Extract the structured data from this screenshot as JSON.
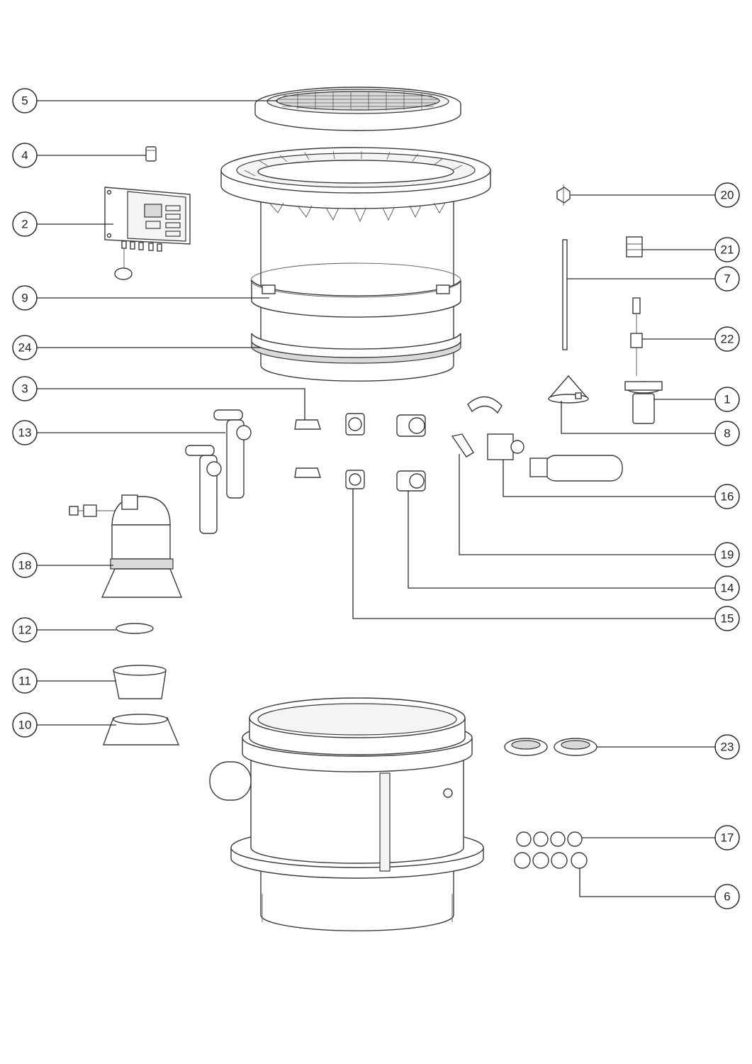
{
  "callouts": [
    {
      "id": "c5",
      "label": "5"
    },
    {
      "id": "c4",
      "label": "4"
    },
    {
      "id": "c2",
      "label": "2"
    },
    {
      "id": "c9",
      "label": "9"
    },
    {
      "id": "c24",
      "label": "24"
    },
    {
      "id": "c3",
      "label": "3"
    },
    {
      "id": "c13",
      "label": "13"
    },
    {
      "id": "c18",
      "label": "18"
    },
    {
      "id": "c12",
      "label": "12"
    },
    {
      "id": "c11",
      "label": "11"
    },
    {
      "id": "c10",
      "label": "10"
    },
    {
      "id": "c20",
      "label": "20"
    },
    {
      "id": "c21",
      "label": "21"
    },
    {
      "id": "c7",
      "label": "7"
    },
    {
      "id": "c22",
      "label": "22"
    },
    {
      "id": "c1",
      "label": "1"
    },
    {
      "id": "c8",
      "label": "8"
    },
    {
      "id": "c16",
      "label": "16"
    },
    {
      "id": "c19",
      "label": "19"
    },
    {
      "id": "c14",
      "label": "14"
    },
    {
      "id": "c15",
      "label": "15"
    },
    {
      "id": "c23",
      "label": "23"
    },
    {
      "id": "c17",
      "label": "17"
    },
    {
      "id": "c6",
      "label": "6"
    }
  ]
}
